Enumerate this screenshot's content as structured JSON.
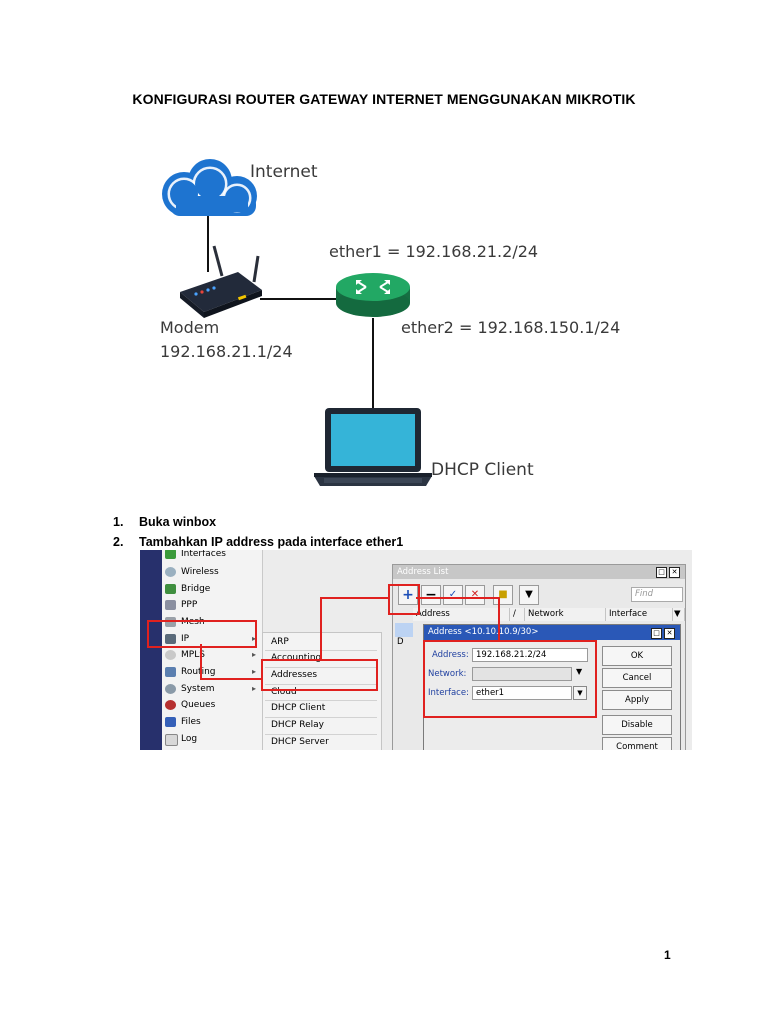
{
  "document": {
    "title": "KONFIGURASI ROUTER GATEWAY INTERNET MENGGUNAKAN MIKROTIK",
    "page_number": "1"
  },
  "diagram": {
    "internet_label": "Internet",
    "ether1_label": "ether1 = 192.168.21.2/24",
    "ether2_label": "ether2 = 192.168.150.1/24",
    "modem_label": "Modem",
    "modem_ip": "192.168.21.1/24",
    "client_label": "DHCP Client",
    "colors": {
      "cloud": "#1e74d0",
      "router": "#1e9a5c",
      "screen": "#35b4d8",
      "device": "#1f2733"
    }
  },
  "steps": [
    {
      "num": "1.",
      "text": "Buka winbox"
    },
    {
      "num": "2.",
      "text": "Tambahkan IP address pada interface ether1"
    }
  ],
  "winbox": {
    "menu_items": [
      "Interfaces",
      "Wireless",
      "Bridge",
      "PPP",
      "Mesh",
      "IP",
      "MPLS",
      "Routing",
      "System",
      "Queues",
      "Files",
      "Log"
    ],
    "submenu_items": [
      "ARP",
      "Accounting",
      "Addresses",
      "Cloud",
      "DHCP Client",
      "DHCP Relay",
      "DHCP Server"
    ],
    "address_list": {
      "title": "Address List",
      "find_placeholder": "Find",
      "columns": [
        "Address",
        "/",
        "Network",
        "Interface"
      ],
      "row_flag": "D"
    },
    "dialog": {
      "title": "Address <10.10.10.9/30>",
      "address_label": "Address:",
      "address_value": "192.168.21.2/24",
      "network_label": "Network:",
      "network_value": "",
      "interface_label": "Interface:",
      "interface_value": "ether1",
      "buttons": [
        "OK",
        "Cancel",
        "Apply",
        "Disable",
        "Comment"
      ]
    }
  }
}
